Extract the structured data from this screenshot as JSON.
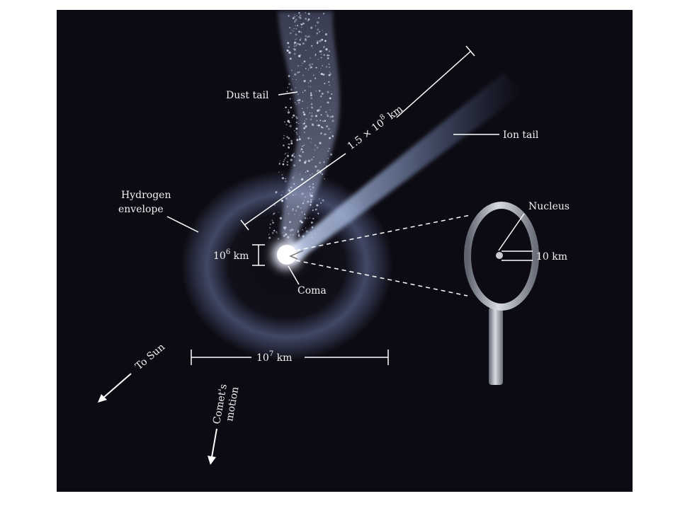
{
  "labels": {
    "dust_tail": "Dust tail",
    "ion_tail": "Ion tail",
    "tail_length_base": "1.5 × 10",
    "tail_length_exp": "8",
    "tail_length_unit": " km",
    "hydrogen_line1": "Hydrogen",
    "hydrogen_line2": "envelope",
    "coma_size_base": "10",
    "coma_size_exp": "6",
    "coma_size_unit": " km",
    "coma": "Coma",
    "nucleus": "Nucleus",
    "nucleus_size": "10 km",
    "envelope_size_base": "10",
    "envelope_size_exp": "7",
    "envelope_size_unit": " km",
    "to_sun": "To Sun",
    "motion_line1": "Comet's",
    "motion_line2": "motion"
  },
  "colors": {
    "background": "#0c0a12",
    "frame": "#ffffff",
    "label": "#f2f2f2",
    "hydrogen_glow": "#8a9ed8",
    "ion_tail": "#a9bde0",
    "dust": "#d6ddf2",
    "magnifier": "#9a9ea6"
  }
}
